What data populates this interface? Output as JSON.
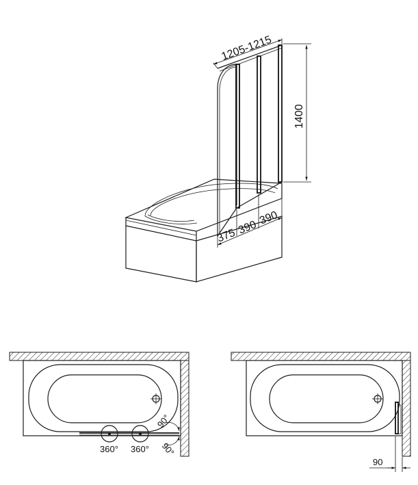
{
  "dimensions": {
    "width_label": "1205-1215",
    "height_label": "1400",
    "panel_1": "375",
    "panel_2": "390",
    "panel_3": "390"
  },
  "plan_left": {
    "rotation_1": "360°",
    "rotation_2": "360°",
    "angle_top": "90°",
    "angle_bottom": "90°"
  },
  "plan_right": {
    "depth_label": "90"
  }
}
